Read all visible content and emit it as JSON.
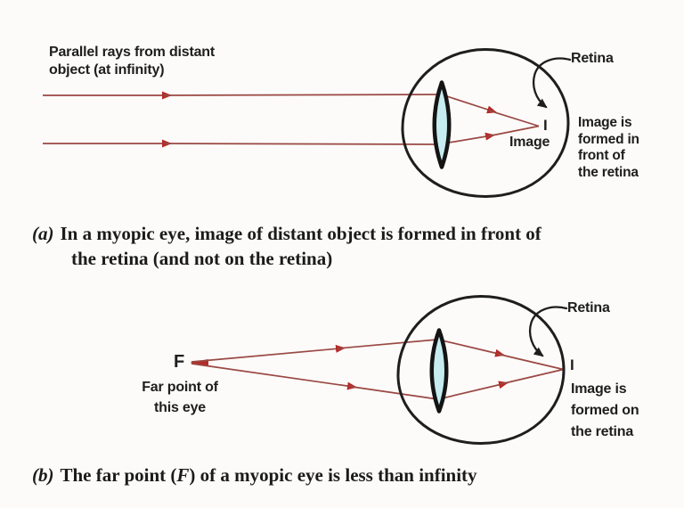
{
  "colors": {
    "bg": "#fcfbf9",
    "ink": "#1e1e1e",
    "ray": "#9a4843",
    "arrow": "#b42a28",
    "lens": "#c6ecf0"
  },
  "diagram_a": {
    "source_label_line1": "Parallel rays from distant",
    "source_label_line2": "object (at infinity)",
    "retina_label": "Retina",
    "image_point": "I",
    "image_label": "Image",
    "note_lines": [
      "Image is",
      "formed in",
      "front of",
      "the retina"
    ]
  },
  "caption_a": {
    "marker": "(a)",
    "line1": "In a myopic eye, image of distant object is formed in front of",
    "line2": "the retina (and not on the retina)"
  },
  "diagram_b": {
    "far_point": "F",
    "far_point_label_line1": "Far point of",
    "far_point_label_line2": "this eye",
    "retina_label": "Retina",
    "image_point": "I",
    "note_lines": [
      "Image is",
      "formed on",
      "the retina"
    ]
  },
  "caption_b": {
    "marker": "(b)",
    "pre": "The far point (",
    "f": "F",
    "post": ") of a myopic eye is less than infinity"
  }
}
